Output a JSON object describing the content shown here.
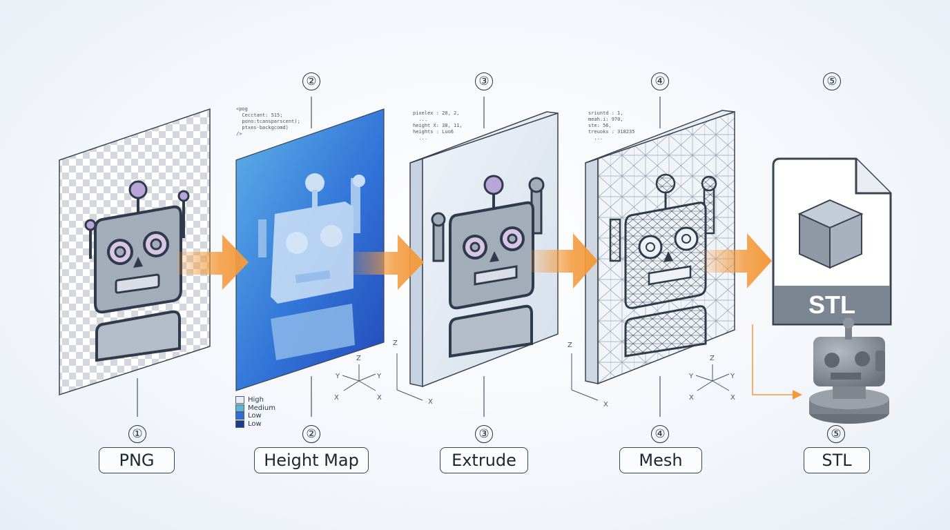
{
  "steps": [
    {
      "num": "①",
      "label": "PNG"
    },
    {
      "num": "②",
      "label": "Height Map"
    },
    {
      "num": "③",
      "label": "Extrude"
    },
    {
      "num": "④",
      "label": "Mesh"
    },
    {
      "num": "⑤",
      "label": "STL"
    }
  ],
  "top_numbers": [
    "②",
    "③",
    "④",
    "⑤"
  ],
  "code_snippets": {
    "height_map": [
      "<pog",
      "  Cecctant: 515;",
      "  pono:tcansparscent);",
      "  ptxes-backgcomd)",
      "/>"
    ],
    "extrude": [
      "pixelex : 20, 2,",
      "  ...",
      "height X: 38, 11,",
      "heights : Luo6",
      "  ..."
    ],
    "mesh": [
      "sriuntd : 1,",
      "meah.i: 970,",
      "ste: 56,",
      "treuoks : 318235",
      "  ..."
    ]
  },
  "legend": [
    {
      "label": "High",
      "color": "#e6eef4"
    },
    {
      "label": "Medium",
      "color": "#5fb4dc"
    },
    {
      "label": "Low",
      "color": "#2f6fd8"
    },
    {
      "label": "Low",
      "color": "#1f3c8c"
    }
  ],
  "axis_labels": {
    "x": "X",
    "y": "Y",
    "z": "Z"
  },
  "file_badge": "STL",
  "colors": {
    "arrow": "#f39a3c",
    "panel_blue": "#2f6ad6",
    "robot_gray": "#8f99a6",
    "outline": "#2f3a4a"
  }
}
